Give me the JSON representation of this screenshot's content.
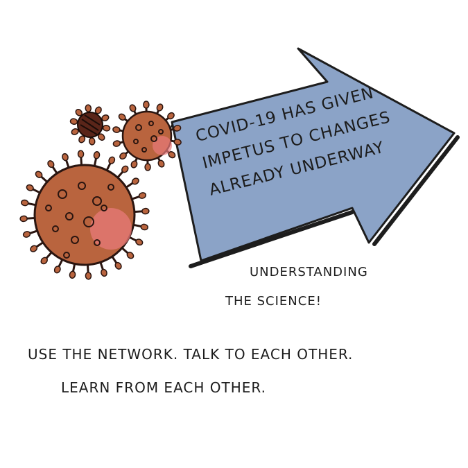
{
  "arrow": {
    "line1": "COVID-19 HAS GIVEN",
    "line2": "IMPETUS TO CHANGES",
    "line3": "ALREADY UNDERWAY",
    "fill_color": "#8ba3c7",
    "outline_color": "#1d1d1d"
  },
  "caption": {
    "line1": "UNDERSTANDING",
    "line2": "THE SCIENCE!"
  },
  "message": {
    "line1": "USE THE NETWORK. TALK TO EACH OTHER.",
    "line2": "LEARN FROM EACH OTHER."
  },
  "virus": {
    "body_color": "#b9643e",
    "highlight_color": "#e8797a",
    "dark_color": "#3a1a12"
  }
}
